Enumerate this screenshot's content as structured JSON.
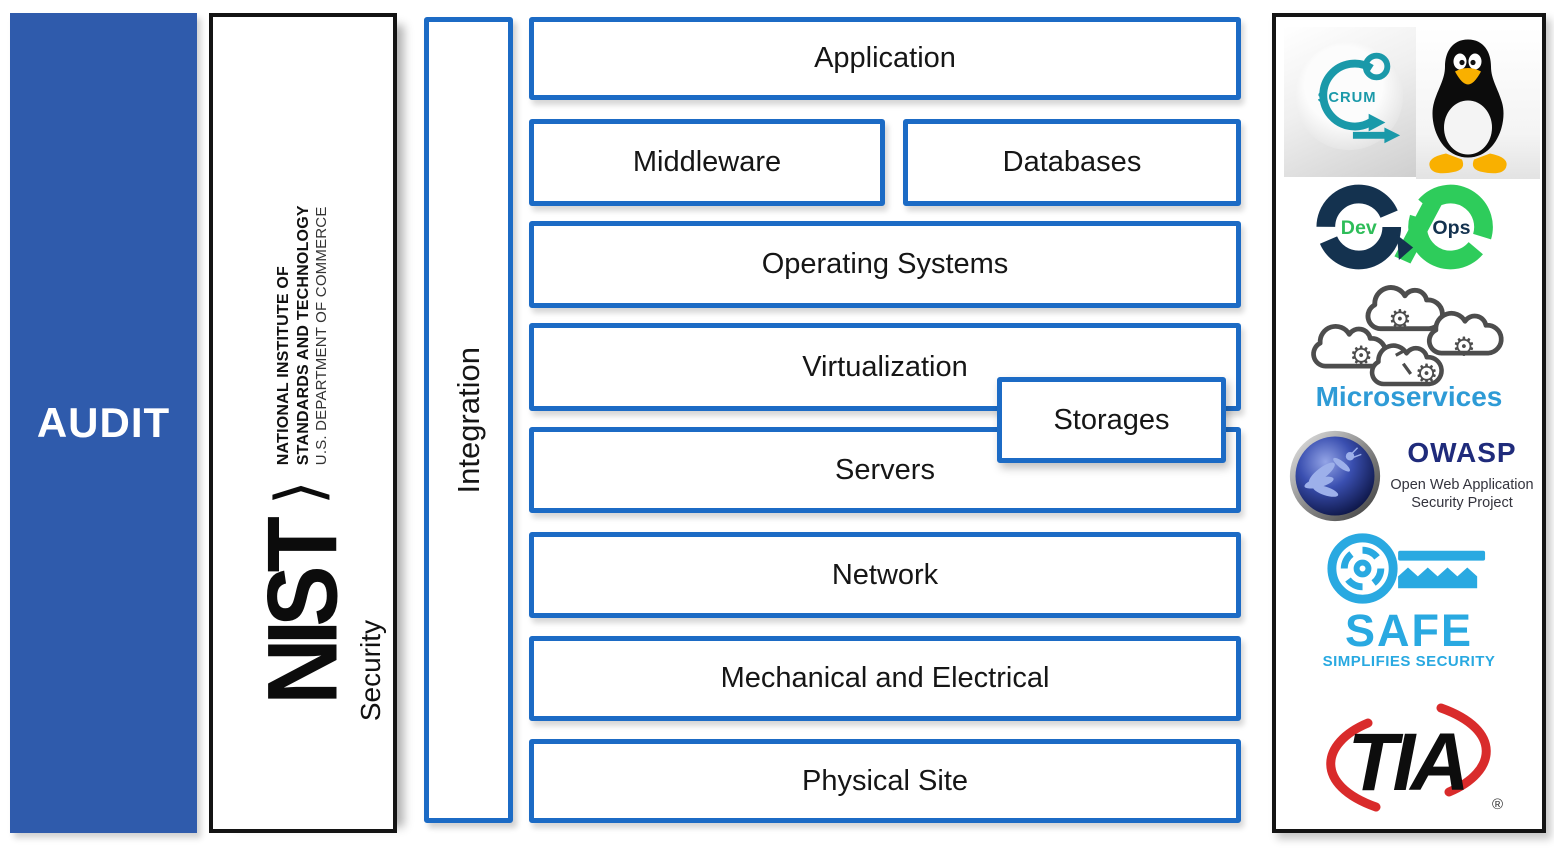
{
  "audit": {
    "label": "AUDIT"
  },
  "nist": {
    "wordmark": "NIST",
    "bracket": "⟩",
    "line1": "NATIONAL INSTITUTE OF",
    "line2": "STANDARDS AND TECHNOLOGY",
    "line3": "U.S. DEPARTMENT OF COMMERCE",
    "security_label": "Security"
  },
  "integration": {
    "label": "Integration"
  },
  "stack": {
    "layers": [
      {
        "label": "Application"
      },
      {
        "label": "Middleware"
      },
      {
        "label": "Databases"
      },
      {
        "label": "Operating Systems"
      },
      {
        "label": "Virtualization"
      },
      {
        "label": "Storages"
      },
      {
        "label": "Servers"
      },
      {
        "label": "Network"
      },
      {
        "label": "Mechanical and Electrical"
      },
      {
        "label": "Physical Site"
      }
    ]
  },
  "logos": {
    "scrum": {
      "label": "SCRUM"
    },
    "linux": {
      "name": "tux-penguin"
    },
    "devops": {
      "dev": "Dev",
      "ops": "Ops"
    },
    "microservices": {
      "label": "Microservices"
    },
    "owasp": {
      "title": "OWASP",
      "line1": "Open Web Application",
      "line2": "Security Project"
    },
    "safe": {
      "title": "SAFE",
      "subtitle": "SIMPLIFIES SECURITY"
    },
    "tia": {
      "label": "TIA",
      "registered": "®"
    }
  },
  "icons": {
    "gear": "⚙"
  },
  "colors": {
    "audit_blue": "#2F5BAC",
    "layer_border_blue": "#1C6BC5",
    "panel_border_black": "#141414",
    "scrum_teal": "#1A99A9",
    "devops_navy": "#14324F",
    "devops_green": "#2ECC5B",
    "microservices_blue": "#2E9BD6",
    "owasp_navy": "#1F2B7B",
    "safe_blue": "#29A9E1",
    "tia_red": "#D92B2B"
  }
}
